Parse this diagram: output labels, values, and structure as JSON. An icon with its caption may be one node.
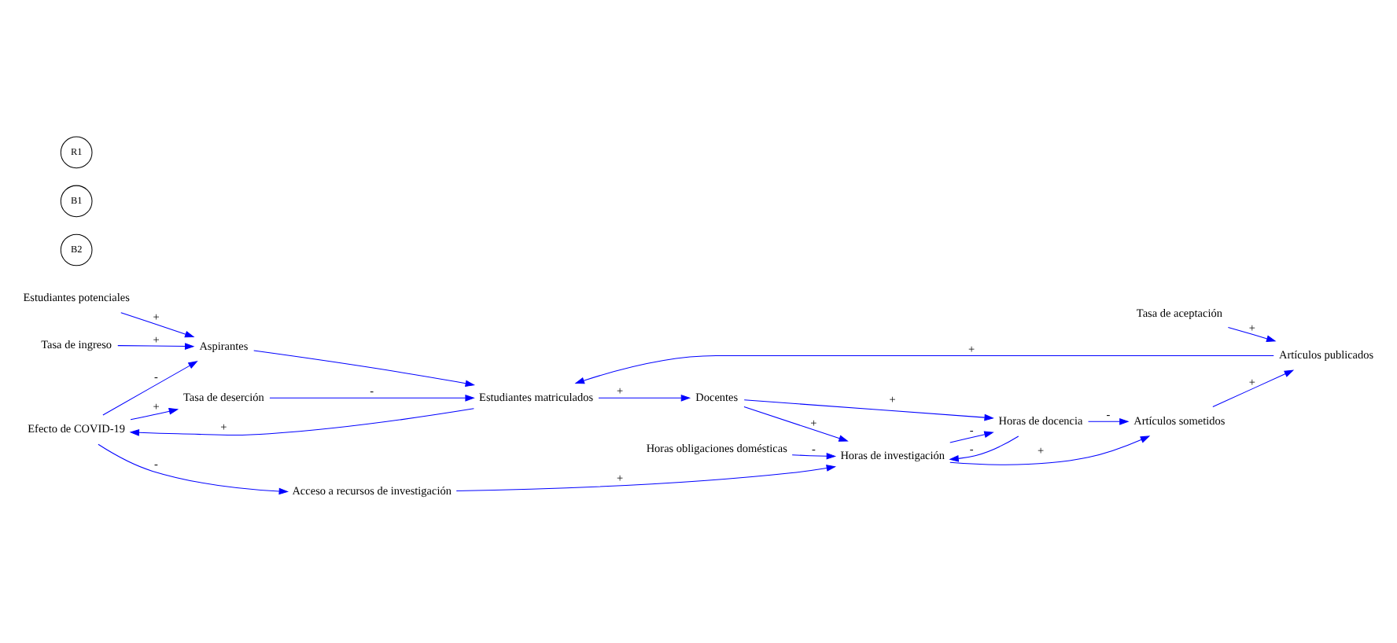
{
  "diagram": {
    "nodes": [
      {
        "text": [
          "Efecto de COVID-19"
        ]
      },
      {
        "text": [
          "Estudiantes potenciales"
        ]
      },
      {
        "text": [
          "Aspirantes"
        ]
      },
      {
        "text": [
          "Tasa de deserción"
        ]
      },
      {
        "text": [
          "Horas obligaciones domésticas"
        ]
      },
      {
        "text": [
          "Tasa de ingreso"
        ]
      },
      {
        "text": [
          "Estudiantes matriculados"
        ]
      },
      {
        "text": [
          "Docentes"
        ]
      },
      {
        "text": [
          "Acceso a recursos de investigación"
        ]
      },
      {
        "text": [
          "Horas de investigación"
        ]
      },
      {
        "text": [
          "Horas de docencia"
        ]
      },
      {
        "text": [
          "Tasa de aceptación"
        ]
      },
      {
        "text": [
          "Artículos publicados"
        ]
      },
      {
        "text": [
          "Artículos sometidos"
        ]
      }
    ],
    "edges": [
      {
        "from": 0,
        "to": 2,
        "arrow": "to",
        "label": "-"
      },
      {
        "from": 6,
        "to": 0,
        "arrow": "to",
        "label": "+"
      },
      {
        "from": 0,
        "to": 3,
        "arrow": "to",
        "label": "+"
      },
      {
        "from": 0,
        "to": 8,
        "arrow": "to",
        "label": "-"
      },
      {
        "from": 1,
        "to": 2,
        "arrow": "to",
        "label": "+"
      },
      {
        "from": 5,
        "to": 2,
        "arrow": "to",
        "label": "+"
      },
      {
        "from": 2,
        "to": 6,
        "arrow": "to"
      },
      {
        "from": 3,
        "to": 6,
        "arrow": "to",
        "label": "-"
      },
      {
        "from": 6,
        "to": 7,
        "arrow": "to",
        "label": "+"
      },
      {
        "from": 7,
        "to": 9,
        "arrow": "to",
        "label": "+"
      },
      {
        "from": 7,
        "to": 10,
        "arrow": "to",
        "label": "+"
      },
      {
        "from": 4,
        "to": 9,
        "arrow": "to",
        "label": "-"
      },
      {
        "from": 8,
        "to": 9,
        "arrow": "to",
        "label": "+"
      },
      {
        "from": 10,
        "to": 9,
        "arrow": "to",
        "label": "-"
      },
      {
        "from": 9,
        "to": 10,
        "arrow": "to",
        "label": "-"
      },
      {
        "from": 9,
        "to": 13,
        "arrow": "to",
        "label": "+"
      },
      {
        "from": 10,
        "to": 13,
        "arrow": "to",
        "label": "-"
      },
      {
        "from": 13,
        "to": 12,
        "arrow": "to",
        "label": "+"
      },
      {
        "from": 11,
        "to": 12,
        "arrow": "to",
        "label": "+"
      },
      {
        "from": 12,
        "to": 6,
        "arrow": "to",
        "label": "+"
      }
    ],
    "labels": [
      "B2",
      "B1",
      "R1"
    ]
  }
}
